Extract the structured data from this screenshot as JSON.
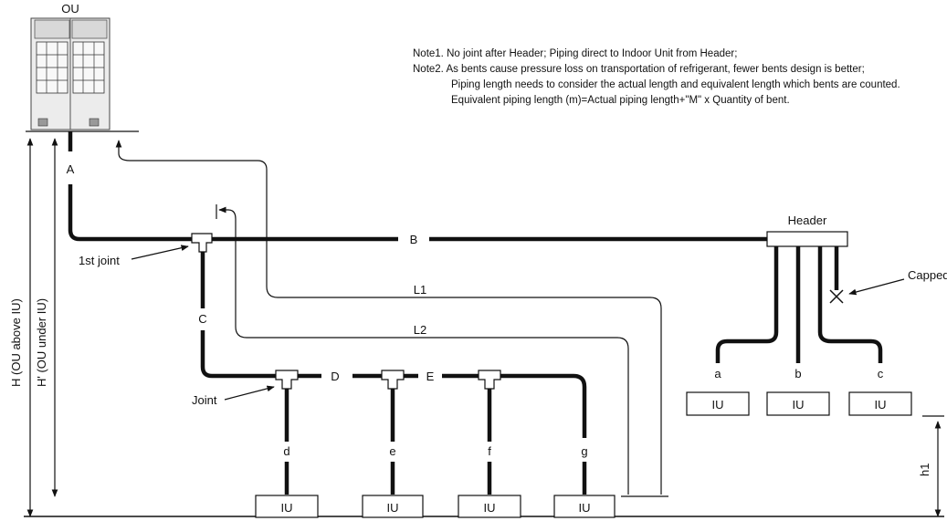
{
  "outdoor_unit_label": "OU",
  "notes": [
    "Note1. No joint after Header; Piping direct to Indoor Unit from Header;",
    "Note2. As bents cause pressure loss on transportation of refrigerant, fewer bents design is better;",
    "Piping length needs to consider the actual length and equivalent length which bents are counted.",
    "Equivalent piping length (m)=Actual piping length+\"M\" x Quantity of bent."
  ],
  "vertical_labels": {
    "h_ou_above": "H (OU above IU)",
    "h_ou_under": "H' (OU under IU)",
    "h1": "h1"
  },
  "pipe_labels": {
    "A": "A",
    "B": "B",
    "C": "C",
    "D": "D",
    "E": "E",
    "L1": "L1",
    "L2": "L2",
    "d": "d",
    "e": "e",
    "f": "f",
    "g": "g",
    "a": "a",
    "b": "b",
    "c": "c"
  },
  "callouts": {
    "first_joint": "1st joint",
    "joint": "Joint",
    "header": "Header",
    "capped": "Capped"
  },
  "indoor_unit_label": "IU"
}
